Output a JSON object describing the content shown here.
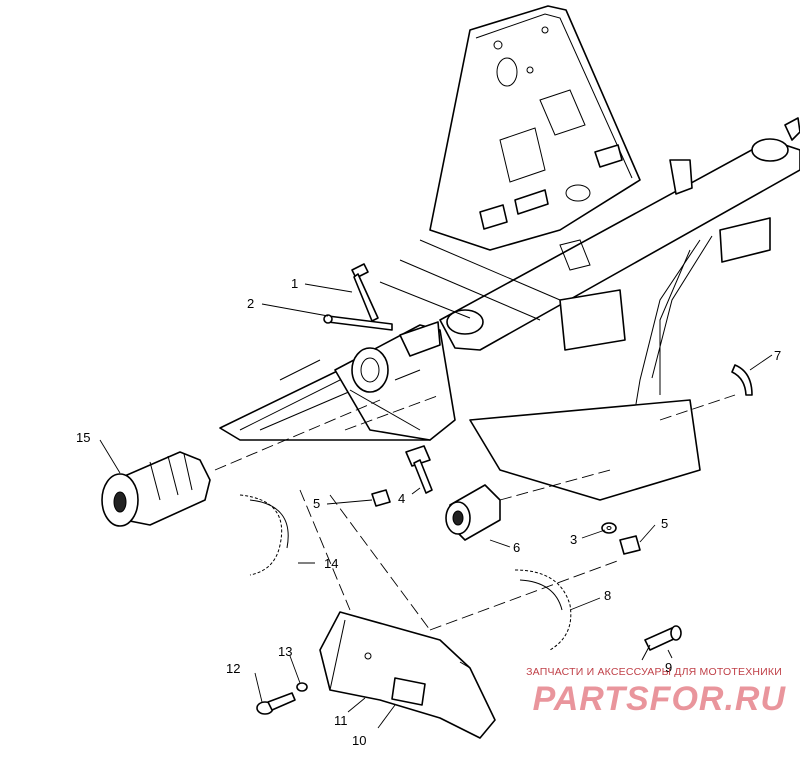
{
  "callouts": [
    {
      "id": "1",
      "text": "1"
    },
    {
      "id": "2",
      "text": "2"
    },
    {
      "id": "3",
      "text": "3"
    },
    {
      "id": "4",
      "text": "4"
    },
    {
      "id": "5a",
      "text": "5"
    },
    {
      "id": "5b",
      "text": "5"
    },
    {
      "id": "6",
      "text": "6"
    },
    {
      "id": "7",
      "text": "7"
    },
    {
      "id": "8",
      "text": "8"
    },
    {
      "id": "9",
      "text": "9"
    },
    {
      "id": "10",
      "text": "10"
    },
    {
      "id": "11",
      "text": "11"
    },
    {
      "id": "12",
      "text": "12"
    },
    {
      "id": "13",
      "text": "13"
    },
    {
      "id": "14",
      "text": "14"
    },
    {
      "id": "15",
      "text": "15"
    }
  ],
  "watermark": {
    "tagline": "ЗАПЧАСТИ И АКСЕССУАРЫ ДЛЯ МОТОТЕХНИКИ",
    "logo": "PARTSFOR.RU",
    "color": "#d8404c"
  }
}
